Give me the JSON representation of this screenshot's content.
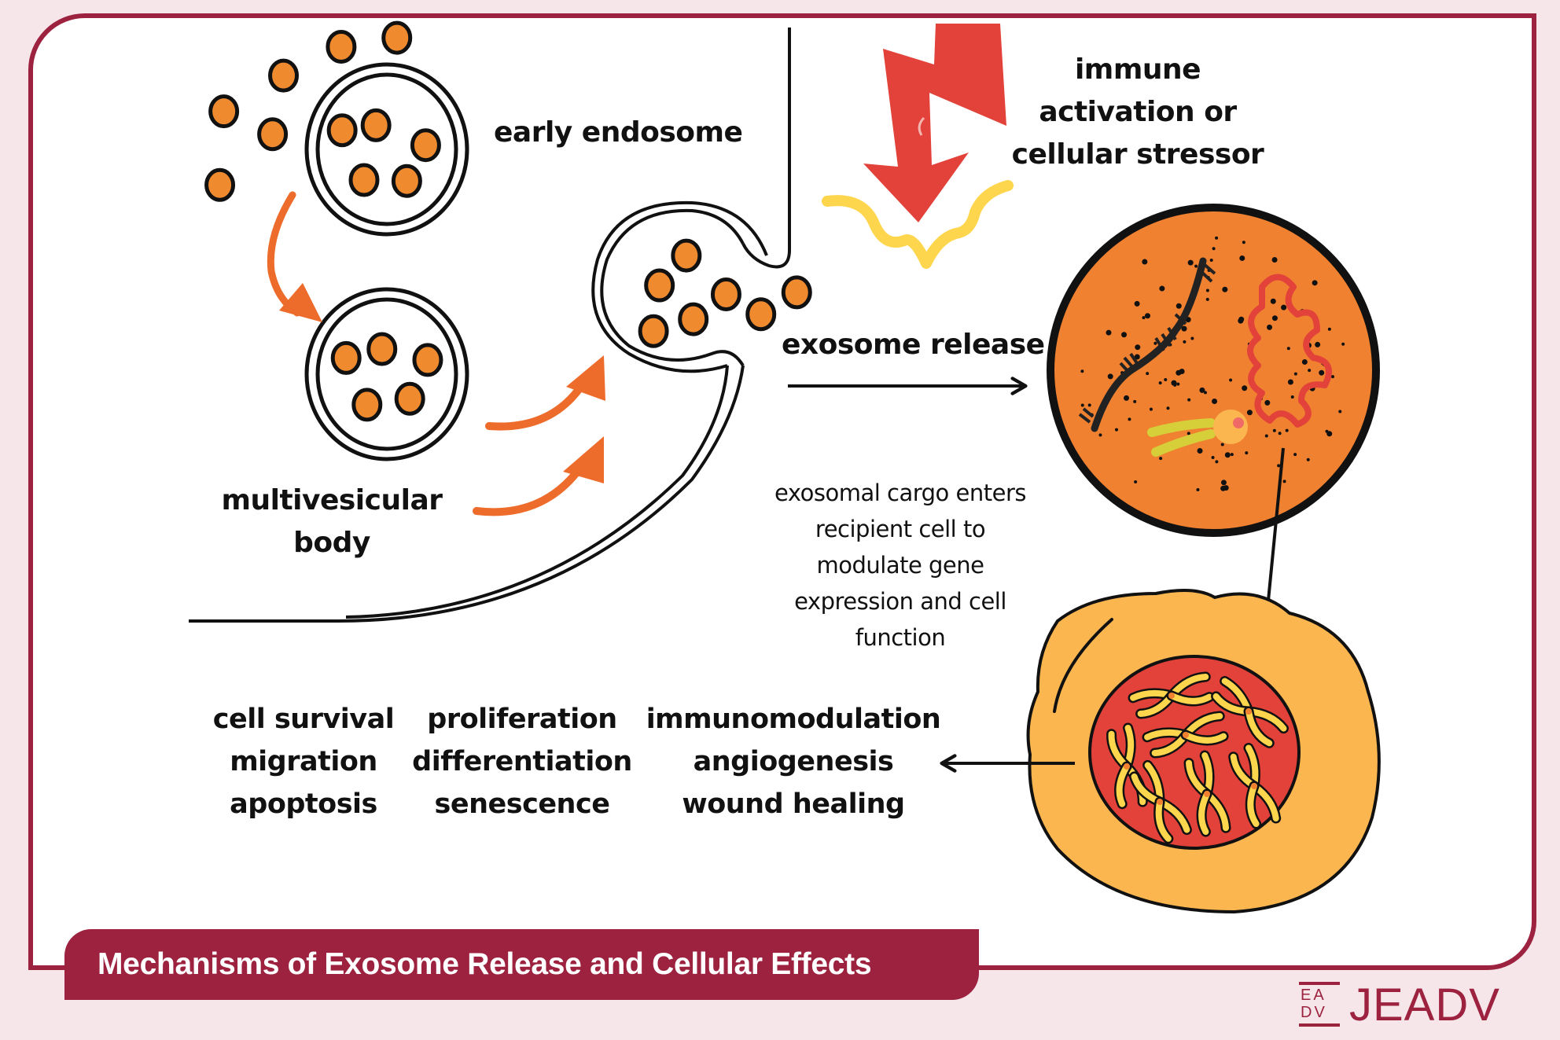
{
  "figure": {
    "title": "Mechanisms of Exosome Release and Cellular Effects",
    "logo": {
      "mark_top": "EA",
      "mark_bottom": "DV",
      "wordmark": "JEADV"
    },
    "colors": {
      "brand": "#9c223f",
      "background": "#f6e6ea",
      "vesicle": "#ef8a2e",
      "arrow_orange": "#ee6c2b",
      "lightning": "#e2423a",
      "yellow": "#fdd64e",
      "cell": "#fbb650",
      "nucleus": "#e2423a",
      "exosome": "#ef8130"
    }
  },
  "labels": {
    "early_endosome": "early endosome",
    "mvb_line1": "multivesicular",
    "mvb_line2": "body",
    "stressor_line1": "immune",
    "stressor_line2": "activation or",
    "stressor_line3": "cellular stressor",
    "exosome_release": "exosome release",
    "cargo_lines": [
      "exosomal cargo enters",
      "recipient cell to",
      "modulate gene",
      "expression and cell",
      "function"
    ]
  },
  "effects": {
    "columns": [
      [
        "cell survival",
        "migration",
        "apoptosis"
      ],
      [
        "proliferation",
        "differentiation",
        "senescence"
      ],
      [
        "immunomodulation",
        "angiogenesis",
        "wound healing"
      ]
    ]
  }
}
